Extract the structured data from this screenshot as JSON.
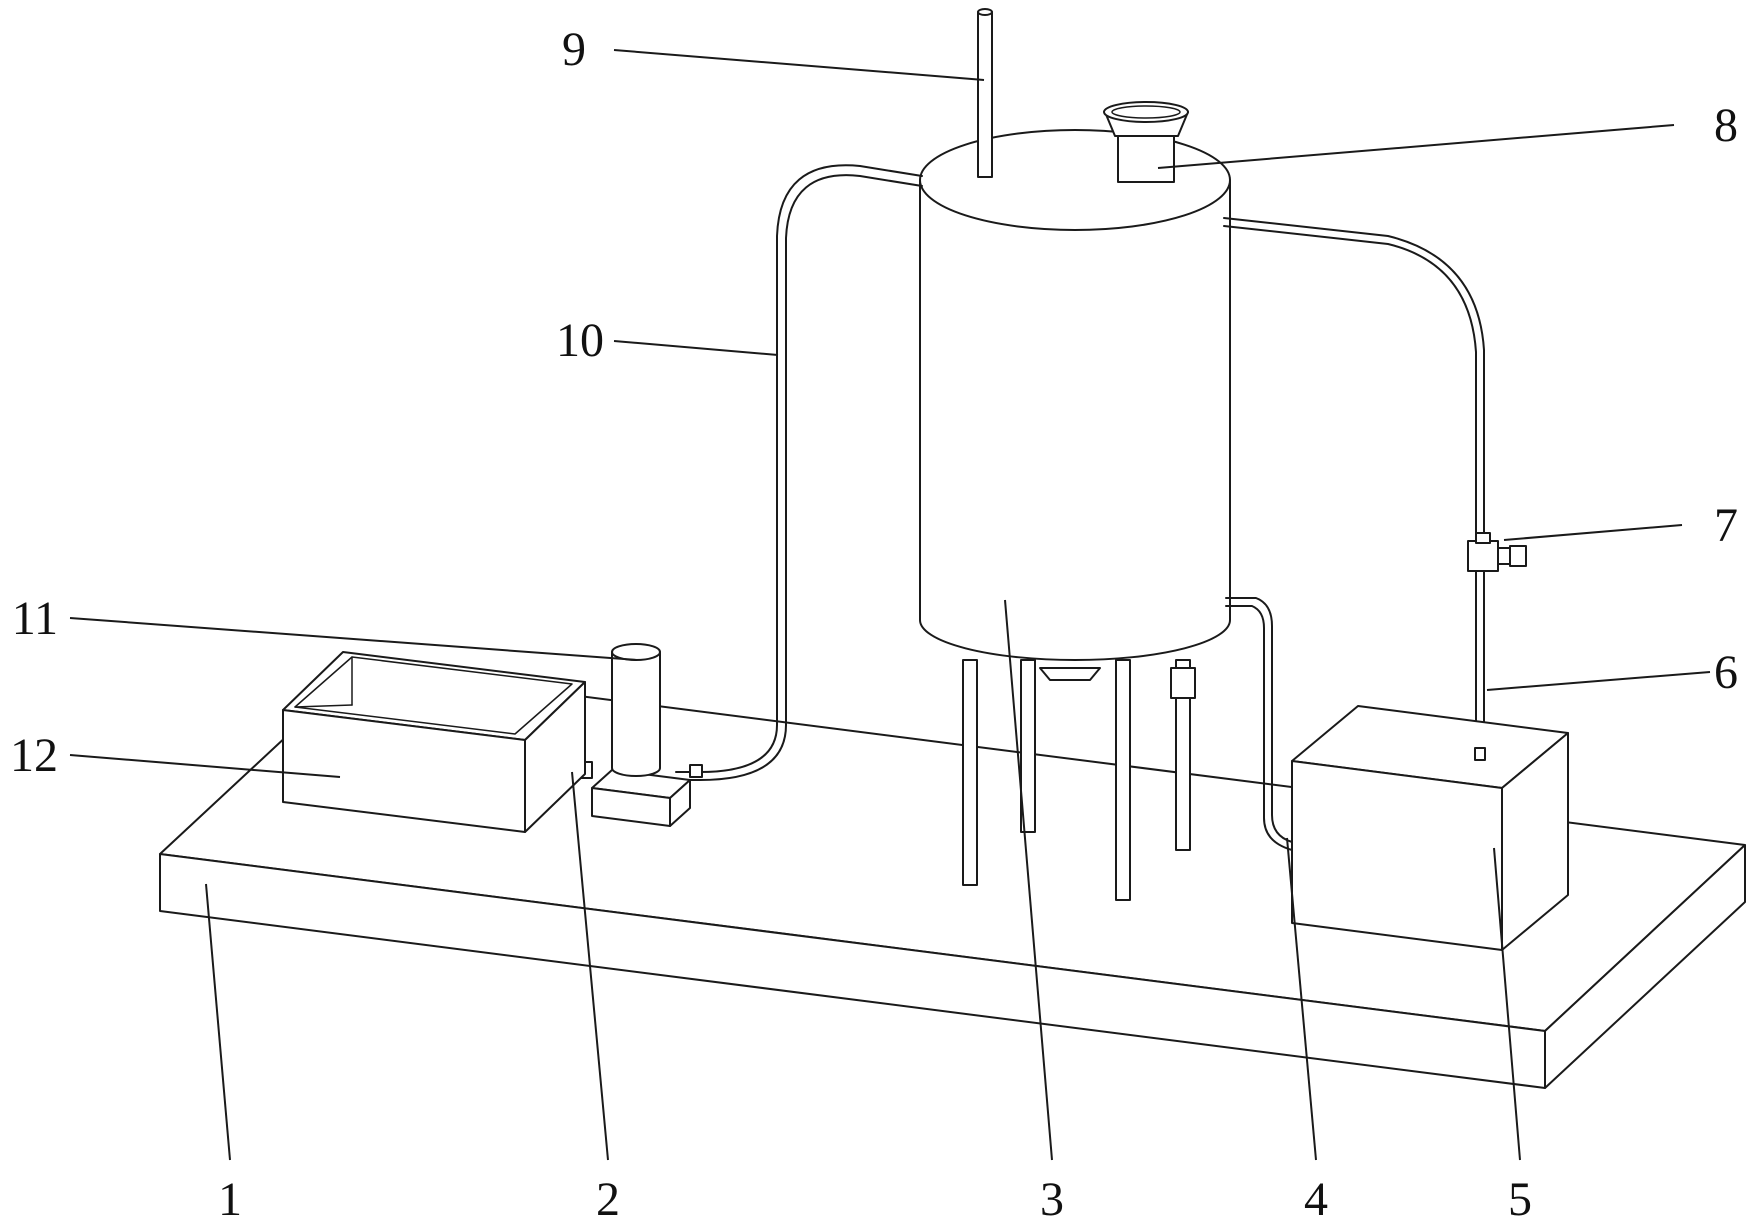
{
  "labels": {
    "part_1": "1",
    "part_2": "2",
    "part_3": "3",
    "part_4": "4",
    "part_5": "5",
    "part_6": "6",
    "part_7": "7",
    "part_8": "8",
    "part_9": "9",
    "part_10": "10",
    "part_11": "11",
    "part_12": "12"
  },
  "colors": {
    "line": "#1a1a1a",
    "background": "#ffffff"
  }
}
